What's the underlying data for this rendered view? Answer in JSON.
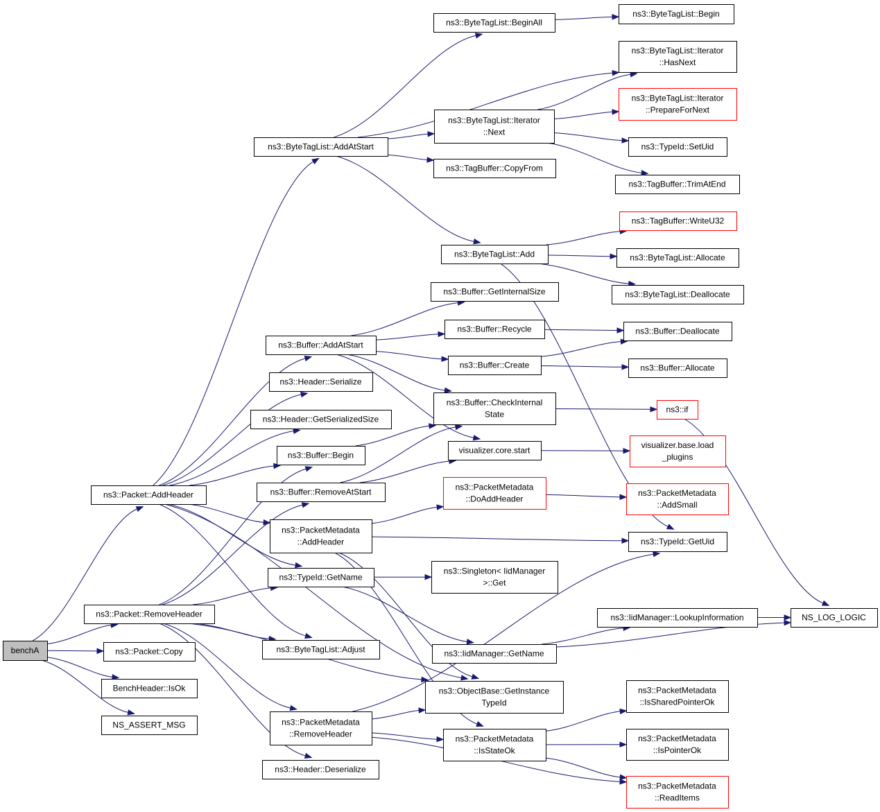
{
  "colors": {
    "edge": "#191970",
    "box_border": "#000000",
    "truncated_border": "#ff0000",
    "root_fill": "#bfbfbf",
    "node_fill": "#ffffff"
  },
  "graph": {
    "nodes": [
      {
        "id": "benchA",
        "lines": [
          "benchA"
        ],
        "kind": "root"
      },
      {
        "id": "packet_addheader",
        "lines": [
          "ns3::Packet::AddHeader"
        ],
        "kind": "normal"
      },
      {
        "id": "packet_removeheader",
        "lines": [
          "ns3::Packet::RemoveHeader"
        ],
        "kind": "normal"
      },
      {
        "id": "packet_copy",
        "lines": [
          "ns3::Packet::Copy"
        ],
        "kind": "normal"
      },
      {
        "id": "benchheader_isok",
        "lines": [
          "BenchHeader::IsOk"
        ],
        "kind": "normal"
      },
      {
        "id": "ns_assert_msg",
        "lines": [
          "NS_ASSERT_MSG"
        ],
        "kind": "normal"
      },
      {
        "id": "btl_addatstart",
        "lines": [
          "ns3::ByteTagList::AddAtStart"
        ],
        "kind": "normal"
      },
      {
        "id": "buffer_addatstart",
        "lines": [
          "ns3::Buffer::AddAtStart"
        ],
        "kind": "normal"
      },
      {
        "id": "header_serialize",
        "lines": [
          "ns3::Header::Serialize"
        ],
        "kind": "normal"
      },
      {
        "id": "header_getserializedsize",
        "lines": [
          "ns3::Header::GetSerializedSize"
        ],
        "kind": "normal"
      },
      {
        "id": "buffer_begin",
        "lines": [
          "ns3::Buffer::Begin"
        ],
        "kind": "normal"
      },
      {
        "id": "buffer_removeatstart",
        "lines": [
          "ns3::Buffer::RemoveAtStart"
        ],
        "kind": "normal"
      },
      {
        "id": "pm_addheader",
        "lines": [
          "ns3::PacketMetadata",
          "::AddHeader"
        ],
        "kind": "normal"
      },
      {
        "id": "typeid_getname",
        "lines": [
          "ns3::TypeId::GetName"
        ],
        "kind": "normal"
      },
      {
        "id": "btl_adjust",
        "lines": [
          "ns3::ByteTagList::Adjust"
        ],
        "kind": "normal"
      },
      {
        "id": "pm_removeheader",
        "lines": [
          "ns3::PacketMetadata",
          "::RemoveHeader"
        ],
        "kind": "normal"
      },
      {
        "id": "header_deserialize",
        "lines": [
          "ns3::Header::Deserialize"
        ],
        "kind": "normal"
      },
      {
        "id": "btl_beginall",
        "lines": [
          "ns3::ByteTagList::BeginAll"
        ],
        "kind": "normal"
      },
      {
        "id": "btl_iter_next",
        "lines": [
          "ns3::ByteTagList::Iterator",
          "::Next"
        ],
        "kind": "normal"
      },
      {
        "id": "tagbuffer_copyfrom",
        "lines": [
          "ns3::TagBuffer::CopyFrom"
        ],
        "kind": "normal"
      },
      {
        "id": "btl_add",
        "lines": [
          "ns3::ByteTagList::Add"
        ],
        "kind": "normal"
      },
      {
        "id": "buffer_getinternalsize",
        "lines": [
          "ns3::Buffer::GetInternalSize"
        ],
        "kind": "normal"
      },
      {
        "id": "buffer_recycle",
        "lines": [
          "ns3::Buffer::Recycle"
        ],
        "kind": "normal"
      },
      {
        "id": "buffer_create",
        "lines": [
          "ns3::Buffer::Create"
        ],
        "kind": "normal"
      },
      {
        "id": "buffer_checkinternalstate",
        "lines": [
          "ns3::Buffer::CheckInternal",
          "State"
        ],
        "kind": "normal"
      },
      {
        "id": "visualizer_core_start",
        "lines": [
          "visualizer.core.start"
        ],
        "kind": "normal"
      },
      {
        "id": "pm_doaddheader",
        "lines": [
          "ns3::PacketMetadata",
          "::DoAddHeader"
        ],
        "kind": "truncated"
      },
      {
        "id": "singleton_get",
        "lines": [
          "ns3::Singleton< IidManager",
          ">::Get"
        ],
        "kind": "normal"
      },
      {
        "id": "iidmanager_getname",
        "lines": [
          "ns3::IidManager::GetName"
        ],
        "kind": "normal"
      },
      {
        "id": "objectbase_getinstancetypeid",
        "lines": [
          "ns3::ObjectBase::GetInstance",
          "TypeId"
        ],
        "kind": "normal"
      },
      {
        "id": "pm_isstateok",
        "lines": [
          "ns3::PacketMetadata",
          "::IsStateOk"
        ],
        "kind": "normal"
      },
      {
        "id": "btl_begin",
        "lines": [
          "ns3::ByteTagList::Begin"
        ],
        "kind": "normal"
      },
      {
        "id": "btl_iter_hasnext",
        "lines": [
          "ns3::ByteTagList::Iterator",
          "::HasNext"
        ],
        "kind": "normal"
      },
      {
        "id": "btl_iter_preparefornext",
        "lines": [
          "ns3::ByteTagList::Iterator",
          "::PrepareForNext"
        ],
        "kind": "truncated"
      },
      {
        "id": "typeid_setuid",
        "lines": [
          "ns3::TypeId::SetUid"
        ],
        "kind": "normal"
      },
      {
        "id": "tagbuffer_trimatend",
        "lines": [
          "ns3::TagBuffer::TrimAtEnd"
        ],
        "kind": "normal"
      },
      {
        "id": "tagbuffer_writeu32",
        "lines": [
          "ns3::TagBuffer::WriteU32"
        ],
        "kind": "truncated"
      },
      {
        "id": "btl_allocate",
        "lines": [
          "ns3::ByteTagList::Allocate"
        ],
        "kind": "normal"
      },
      {
        "id": "btl_deallocate",
        "lines": [
          "ns3::ByteTagList::Deallocate"
        ],
        "kind": "normal"
      },
      {
        "id": "buffer_deallocate",
        "lines": [
          "ns3::Buffer::Deallocate"
        ],
        "kind": "normal"
      },
      {
        "id": "buffer_allocate",
        "lines": [
          "ns3::Buffer::Allocate"
        ],
        "kind": "normal"
      },
      {
        "id": "ns3_if",
        "lines": [
          "ns3::if"
        ],
        "kind": "truncated"
      },
      {
        "id": "visualizer_base_loadplugins",
        "lines": [
          "visualizer.base.load",
          "_plugins"
        ],
        "kind": "truncated"
      },
      {
        "id": "pm_addsmall",
        "lines": [
          "ns3::PacketMetadata",
          "::AddSmall"
        ],
        "kind": "truncated"
      },
      {
        "id": "typeid_getuid",
        "lines": [
          "ns3::TypeId::GetUid"
        ],
        "kind": "normal"
      },
      {
        "id": "iidmanager_lookupinformation",
        "lines": [
          "ns3::IidManager::LookupInformation"
        ],
        "kind": "normal"
      },
      {
        "id": "ns_log_logic",
        "lines": [
          "NS_LOG_LOGIC"
        ],
        "kind": "normal"
      },
      {
        "id": "pm_issharedpointerok",
        "lines": [
          "ns3::PacketMetadata",
          "::IsSharedPointerOk"
        ],
        "kind": "normal"
      },
      {
        "id": "pm_ispointerok",
        "lines": [
          "ns3::PacketMetadata",
          "::IsPointerOk"
        ],
        "kind": "normal"
      },
      {
        "id": "pm_readitems",
        "lines": [
          "ns3::PacketMetadata",
          "::ReadItems"
        ],
        "kind": "truncated"
      }
    ],
    "edges": [
      [
        "benchA",
        "packet_addheader"
      ],
      [
        "benchA",
        "packet_removeheader"
      ],
      [
        "benchA",
        "packet_copy"
      ],
      [
        "benchA",
        "benchheader_isok"
      ],
      [
        "benchA",
        "ns_assert_msg"
      ],
      [
        "packet_addheader",
        "btl_addatstart"
      ],
      [
        "packet_addheader",
        "buffer_addatstart"
      ],
      [
        "packet_addheader",
        "header_serialize"
      ],
      [
        "packet_addheader",
        "header_getserializedsize"
      ],
      [
        "packet_addheader",
        "buffer_begin"
      ],
      [
        "packet_addheader",
        "pm_addheader"
      ],
      [
        "packet_addheader",
        "typeid_getname"
      ],
      [
        "packet_addheader",
        "btl_adjust"
      ],
      [
        "packet_addheader",
        "objectbase_getinstancetypeid"
      ],
      [
        "packet_removeheader",
        "buffer_begin"
      ],
      [
        "packet_removeheader",
        "buffer_removeatstart"
      ],
      [
        "packet_removeheader",
        "typeid_getname"
      ],
      [
        "packet_removeheader",
        "btl_adjust"
      ],
      [
        "packet_removeheader",
        "objectbase_getinstancetypeid"
      ],
      [
        "packet_removeheader",
        "pm_removeheader"
      ],
      [
        "packet_removeheader",
        "header_deserialize"
      ],
      [
        "btl_addatstart",
        "btl_beginall"
      ],
      [
        "btl_addatstart",
        "btl_iter_hasnext"
      ],
      [
        "btl_addatstart",
        "btl_iter_next"
      ],
      [
        "btl_addatstart",
        "tagbuffer_copyfrom"
      ],
      [
        "btl_addatstart",
        "btl_add"
      ],
      [
        "btl_beginall",
        "btl_begin"
      ],
      [
        "btl_iter_next",
        "btl_iter_hasnext"
      ],
      [
        "btl_iter_next",
        "btl_iter_preparefornext"
      ],
      [
        "btl_iter_next",
        "typeid_setuid"
      ],
      [
        "btl_iter_next",
        "tagbuffer_trimatend"
      ],
      [
        "btl_add",
        "tagbuffer_writeu32"
      ],
      [
        "btl_add",
        "btl_allocate"
      ],
      [
        "btl_add",
        "btl_deallocate"
      ],
      [
        "btl_add",
        "typeid_getuid"
      ],
      [
        "buffer_addatstart",
        "buffer_getinternalsize"
      ],
      [
        "buffer_addatstart",
        "buffer_recycle"
      ],
      [
        "buffer_addatstart",
        "buffer_create"
      ],
      [
        "buffer_addatstart",
        "buffer_checkinternalstate"
      ],
      [
        "buffer_addatstart",
        "visualizer_core_start"
      ],
      [
        "buffer_recycle",
        "buffer_deallocate"
      ],
      [
        "buffer_create",
        "buffer_deallocate"
      ],
      [
        "buffer_create",
        "buffer_allocate"
      ],
      [
        "buffer_checkinternalstate",
        "ns3_if"
      ],
      [
        "ns3_if",
        "ns_log_logic"
      ],
      [
        "visualizer_core_start",
        "visualizer_base_loadplugins"
      ],
      [
        "buffer_begin",
        "buffer_checkinternalstate"
      ],
      [
        "buffer_removeatstart",
        "buffer_checkinternalstate"
      ],
      [
        "buffer_removeatstart",
        "visualizer_core_start"
      ],
      [
        "pm_addheader",
        "pm_doaddheader"
      ],
      [
        "pm_addheader",
        "typeid_getuid"
      ],
      [
        "pm_addheader",
        "objectbase_getinstancetypeid"
      ],
      [
        "pm_addheader",
        "pm_isstateok"
      ],
      [
        "pm_doaddheader",
        "pm_addsmall"
      ],
      [
        "typeid_getname",
        "singleton_get"
      ],
      [
        "typeid_getname",
        "iidmanager_getname"
      ],
      [
        "iidmanager_getname",
        "iidmanager_lookupinformation"
      ],
      [
        "iidmanager_getname",
        "ns_log_logic"
      ],
      [
        "iidmanager_lookupinformation",
        "ns_log_logic"
      ],
      [
        "pm_removeheader",
        "typeid_getuid"
      ],
      [
        "pm_removeheader",
        "objectbase_getinstancetypeid"
      ],
      [
        "pm_removeheader",
        "pm_isstateok"
      ],
      [
        "pm_removeheader",
        "pm_readitems"
      ],
      [
        "pm_isstateok",
        "pm_issharedpointerok"
      ],
      [
        "pm_isstateok",
        "pm_ispointerok"
      ],
      [
        "pm_isstateok",
        "pm_readitems"
      ]
    ]
  }
}
